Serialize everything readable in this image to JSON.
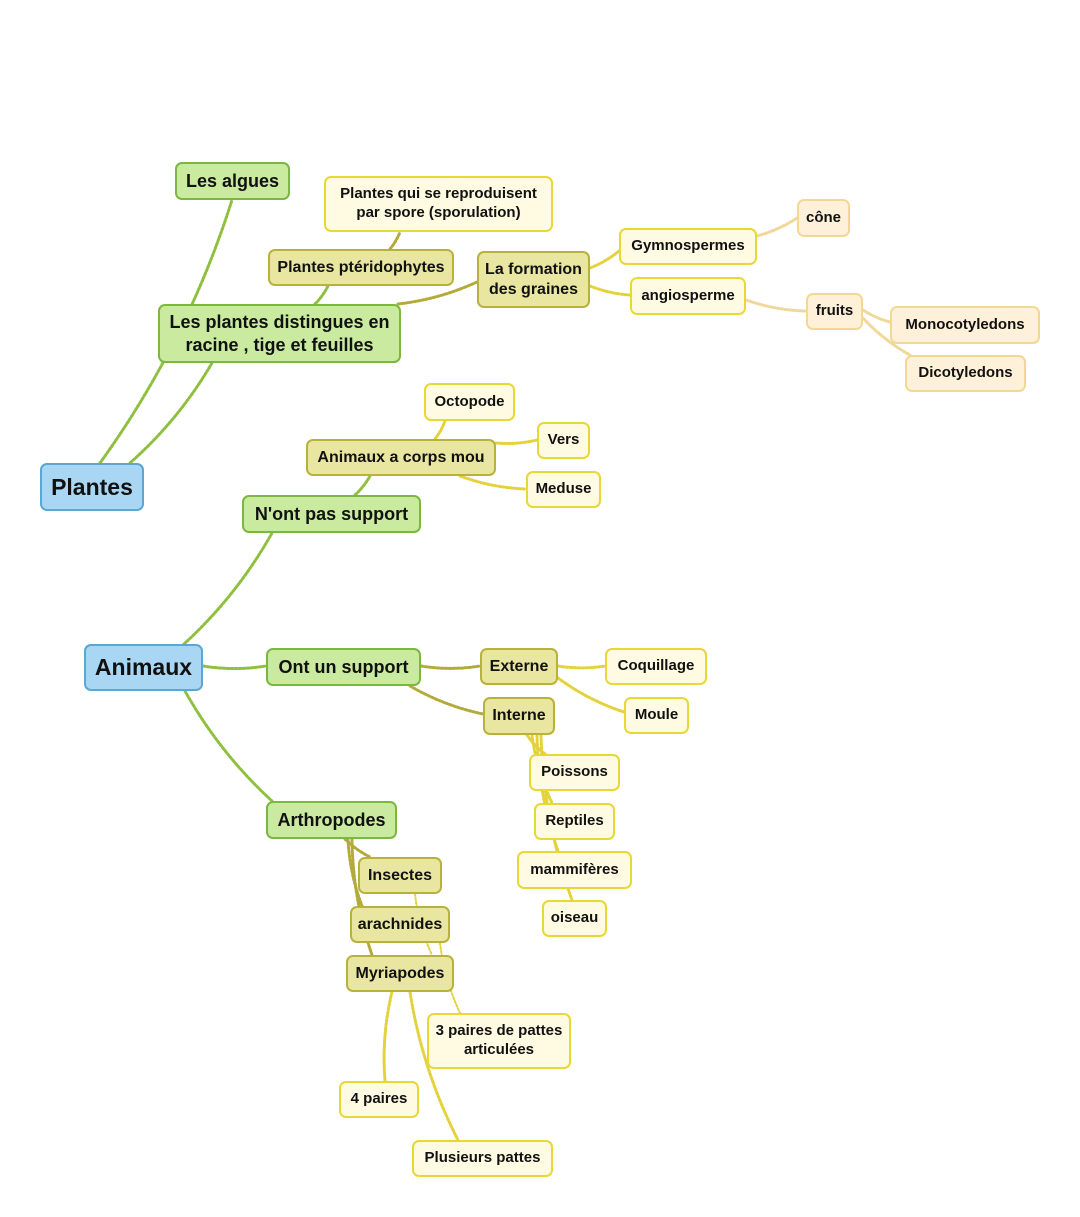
{
  "colors": {
    "root_fill": "#a9d7f3",
    "root_border": "#5aa7d6",
    "level1_fill": "#c9ea9f",
    "level1_border": "#7ab83f",
    "level2_fill": "#e9e6a1",
    "level2_border": "#b9b23a",
    "level3_fill": "#fffbe3",
    "level3_border": "#e8d835",
    "level4_fill": "#fff1d9",
    "level4_border": "#f3d893",
    "edge_green": "#8fbf3f",
    "edge_olive": "#b2aa3a",
    "edge_yellow": "#e3d23a",
    "edge_peach": "#f0d79a"
  },
  "nodes": {
    "plantes": "Plantes",
    "animaux": "Animaux",
    "algues": "Les algues",
    "plantes_distingues": "Les plantes distingues en racine , tige et feuilles",
    "pteridophytes": "Plantes ptéridophytes",
    "spore": "Plantes qui se reproduisent par spore (sporulation)",
    "formation_graines": "La formation des graines",
    "gymnospermes": "Gymnospermes",
    "cone": "cône",
    "angiosperme": "angiosperme",
    "fruits": "fruits",
    "monocotyledons": "Monocotyledons",
    "dicotyledons": "Dicotyledons",
    "nont_pas_support": "N'ont pas support",
    "corps_mou": "Animaux a corps mou",
    "octopode": "Octopode",
    "vers": "Vers",
    "meduse": "Meduse",
    "ont_support": "Ont un support",
    "externe": "Externe",
    "coquillage": "Coquillage",
    "moule": "Moule",
    "interne": "Interne",
    "poissons": "Poissons",
    "reptiles": "Reptiles",
    "mammiferes": "mammifères",
    "oiseau": "oiseau",
    "arthropodes": "Arthropodes",
    "insectes": "Insectes",
    "arachnides": "arachnides",
    "myriapodes": "Myriapodes",
    "trois_paires": "3 paires de pattes articulées",
    "quatre_paires": "4 paires",
    "plusieurs_pattes": "Plusieurs pattes"
  }
}
